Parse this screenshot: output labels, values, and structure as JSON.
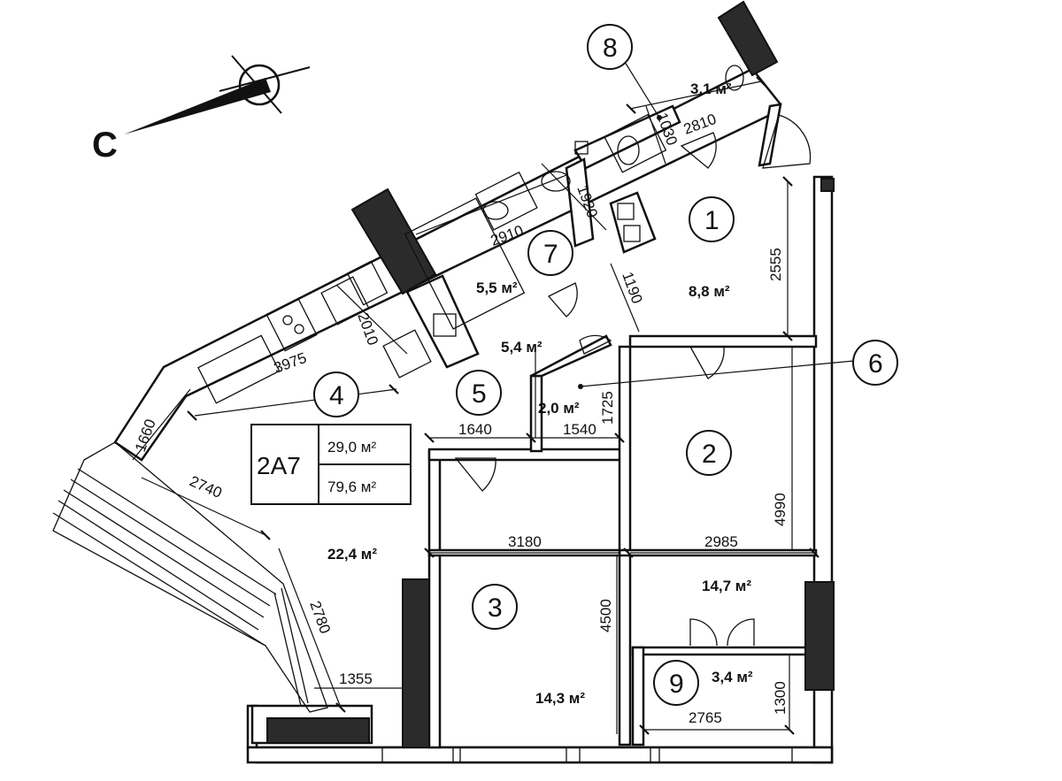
{
  "compass": {
    "letter": "С"
  },
  "apartment": {
    "code": "2А7",
    "living_area": "29,0 м²",
    "total_area": "79,6 м²"
  },
  "rooms": [
    {
      "id": "1",
      "area": "8,8 м²"
    },
    {
      "id": "2",
      "area": "14,7 м²"
    },
    {
      "id": "3",
      "area": "14,3 м²"
    },
    {
      "id": "4",
      "area": "22,4 м²"
    },
    {
      "id": "5",
      "area": "5,4 м²"
    },
    {
      "id": "6",
      "area": "2,0 м²"
    },
    {
      "id": "7",
      "area": "5,5 м²"
    },
    {
      "id": "8",
      "area": "3,1 м²"
    },
    {
      "id": "9",
      "area": "3,4 м²"
    }
  ],
  "dimensions": [
    "2810",
    "1030",
    "1920",
    "2910",
    "2555",
    "1190",
    "3975",
    "2010",
    "1725",
    "1660",
    "1640",
    "1540",
    "2740",
    "3180",
    "2985",
    "4990",
    "4500",
    "2780",
    "1355",
    "1300",
    "2765"
  ]
}
